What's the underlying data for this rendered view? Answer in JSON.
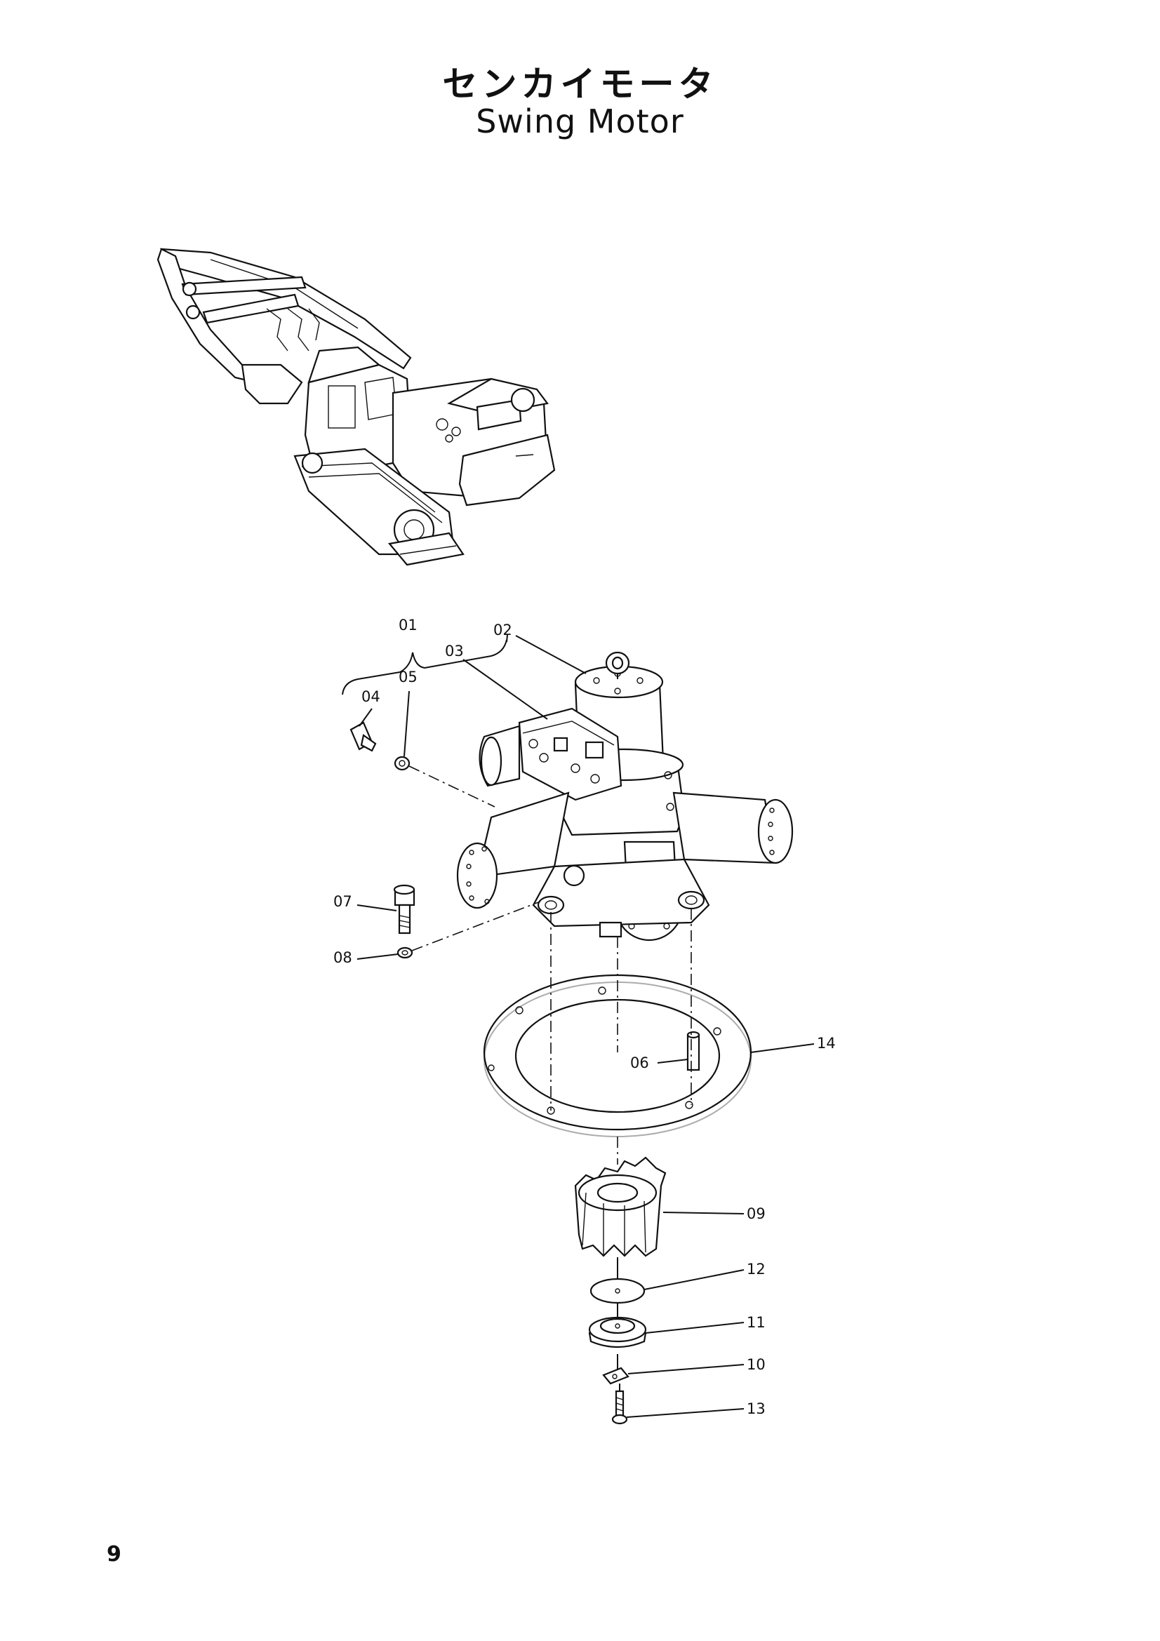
{
  "title": {
    "japanese": "センカイモータ",
    "english": "Swing Motor"
  },
  "page_number": "9",
  "callouts": [
    {
      "id": "01",
      "label": "01"
    },
    {
      "id": "02",
      "label": "02"
    },
    {
      "id": "03",
      "label": "03"
    },
    {
      "id": "04",
      "label": "04"
    },
    {
      "id": "05",
      "label": "05"
    },
    {
      "id": "06",
      "label": "06"
    },
    {
      "id": "07",
      "label": "07"
    },
    {
      "id": "08",
      "label": "08"
    },
    {
      "id": "09",
      "label": "09"
    },
    {
      "id": "10",
      "label": "10"
    },
    {
      "id": "11",
      "label": "11"
    },
    {
      "id": "12",
      "label": "12"
    },
    {
      "id": "13",
      "label": "13"
    },
    {
      "id": "14",
      "label": "14"
    }
  ]
}
